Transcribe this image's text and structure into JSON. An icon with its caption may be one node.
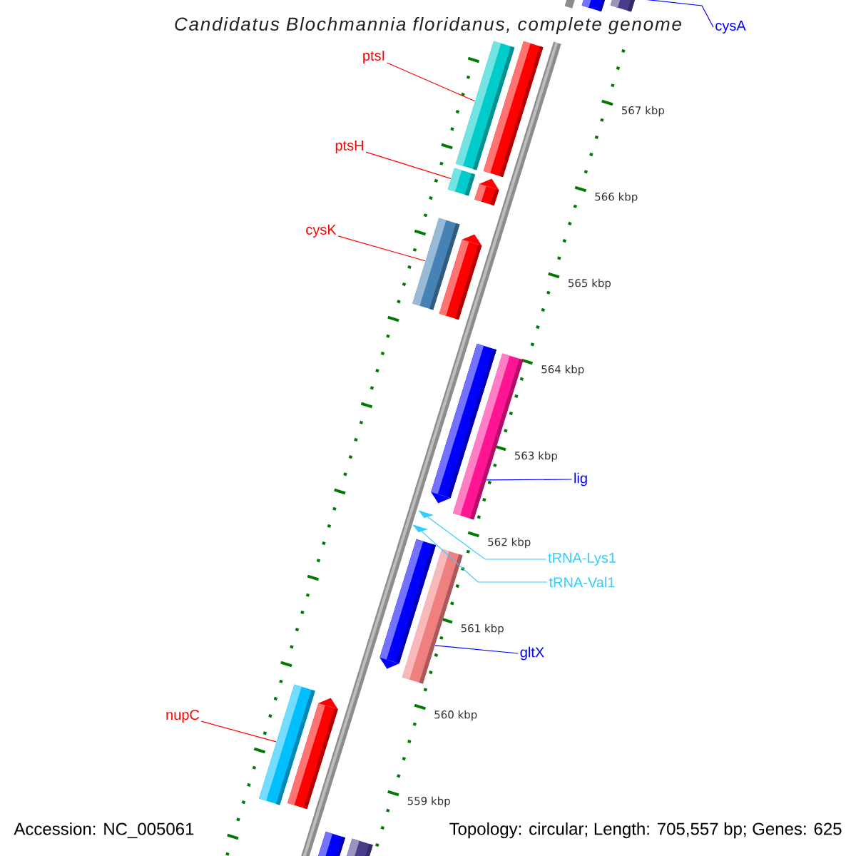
{
  "diagram": {
    "title": "Candidatus Blochmannia floridanus, complete genome",
    "nodes": [
      {
        "text": [],
        "shape": "bar"
      },
      {
        "text": [],
        "shape": "bar"
      },
      {
        "text": [
          "cysA"
        ]
      },
      {
        "text": [],
        "shape": "bar"
      },
      {
        "text": [
          "ptsI"
        ]
      },
      {
        "text": [],
        "shape": "bar"
      },
      {
        "text": [
          "ptsH"
        ]
      },
      {
        "text": [],
        "shape": "bar"
      },
      {
        "text": [],
        "shape": "bar"
      },
      {
        "text": [
          "cysK"
        ]
      },
      {
        "text": [],
        "shape": "bar"
      },
      {
        "text": [],
        "shape": "bar"
      },
      {
        "text": [],
        "shape": "bar"
      },
      {
        "text": [],
        "shape": "bar"
      },
      {
        "text": [
          "lig"
        ]
      },
      {
        "text": [],
        "shape": "chevron"
      },
      {
        "text": [],
        "shape": "chevron"
      },
      {
        "text": [
          "tRNA-Lys1"
        ]
      },
      {
        "text": [
          "tRNA-Val1"
        ]
      },
      {
        "text": [],
        "shape": "bar"
      },
      {
        "text": [],
        "shape": "bar"
      },
      {
        "text": [
          "gltX"
        ]
      },
      {
        "text": [
          "nupC"
        ]
      },
      {
        "text": [],
        "shape": "bar"
      },
      {
        "text": [],
        "shape": "bar"
      },
      {
        "text": [],
        "shape": "bar"
      },
      {
        "text": [],
        "shape": "bar"
      }
    ],
    "edges": [
      {
        "from": 2,
        "to": 1,
        "arrow": "none",
        "color": "#0000ff"
      },
      {
        "from": 4,
        "to": 5,
        "arrow": "none"
      },
      {
        "from": 6,
        "to": 7,
        "arrow": "none"
      },
      {
        "from": 9,
        "to": 10,
        "arrow": "none"
      },
      {
        "from": 14,
        "to": 13,
        "arrow": "none",
        "color": "#0000ff"
      },
      {
        "from": 17,
        "to": 15,
        "arrow": "none",
        "color": "#33ccff"
      },
      {
        "from": 18,
        "to": 16,
        "arrow": "none",
        "color": "#33ccff"
      },
      {
        "from": 21,
        "to": 20,
        "arrow": "none",
        "color": "#0000ff"
      },
      {
        "from": 22,
        "to": 23,
        "arrow": "none"
      }
    ],
    "labels": [
      "567 kbp",
      "566 kbp",
      "565 kbp",
      "564 kbp",
      "563 kbp",
      "562 kbp",
      "561 kbp",
      "560 kbp",
      "559 kbp",
      "Accession: NC_005061",
      "Topology: circular; Length: 705,557 bp; Genes: 625"
    ]
  }
}
